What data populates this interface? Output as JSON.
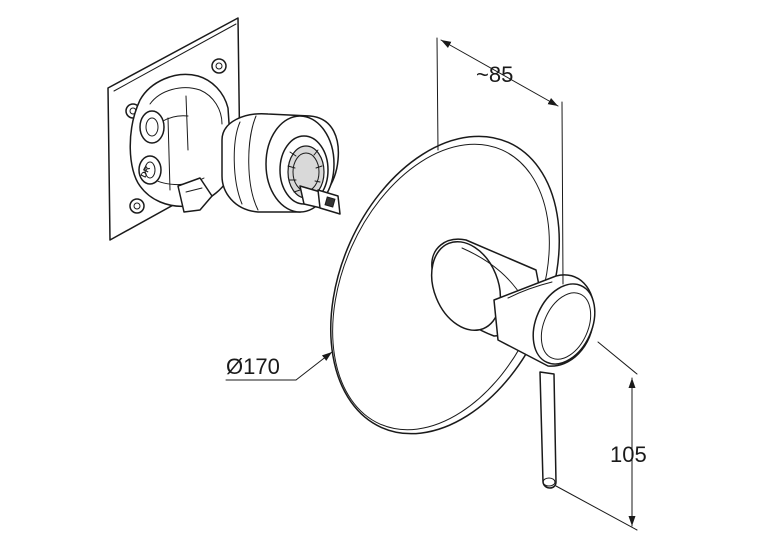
{
  "dimensions": {
    "depth_label": "~85",
    "rosette_diameter_label": "Ø170",
    "lever_height_label": "105"
  },
  "colors": {
    "line": "#1a1a1a",
    "background": "#ffffff"
  }
}
